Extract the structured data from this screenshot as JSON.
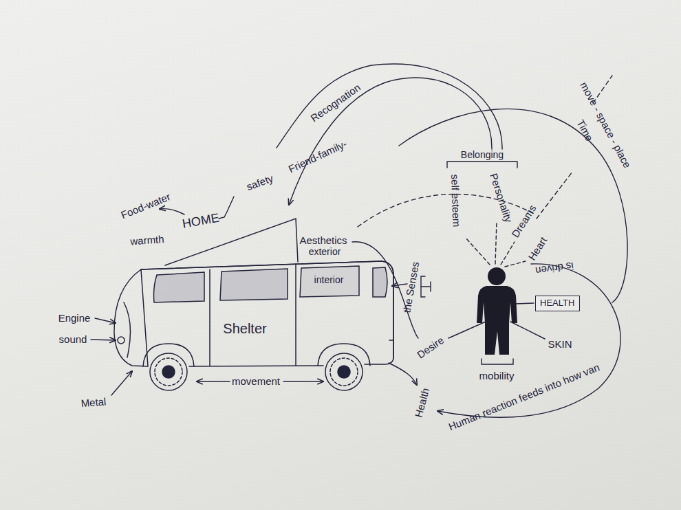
{
  "diagram": {
    "nodes": [
      {
        "text": [
          "HEALTH"
        ]
      }
    ],
    "labels": [
      "Food-water",
      "warmth",
      "HOME",
      "safety",
      "Recognation",
      "Friend-family-",
      "Belonging",
      "self esteem",
      "Personality",
      "Dreams",
      "Heart",
      "Time",
      "move - space - place",
      "Aesthetics",
      "exterior",
      "interior",
      "the Senses",
      "Shelter",
      "Engine",
      "sound",
      "Metal",
      "movement",
      "Desire",
      "SKIN",
      "mobility",
      "Health",
      "Human reaction feeds into how van",
      "is driven"
    ]
  }
}
